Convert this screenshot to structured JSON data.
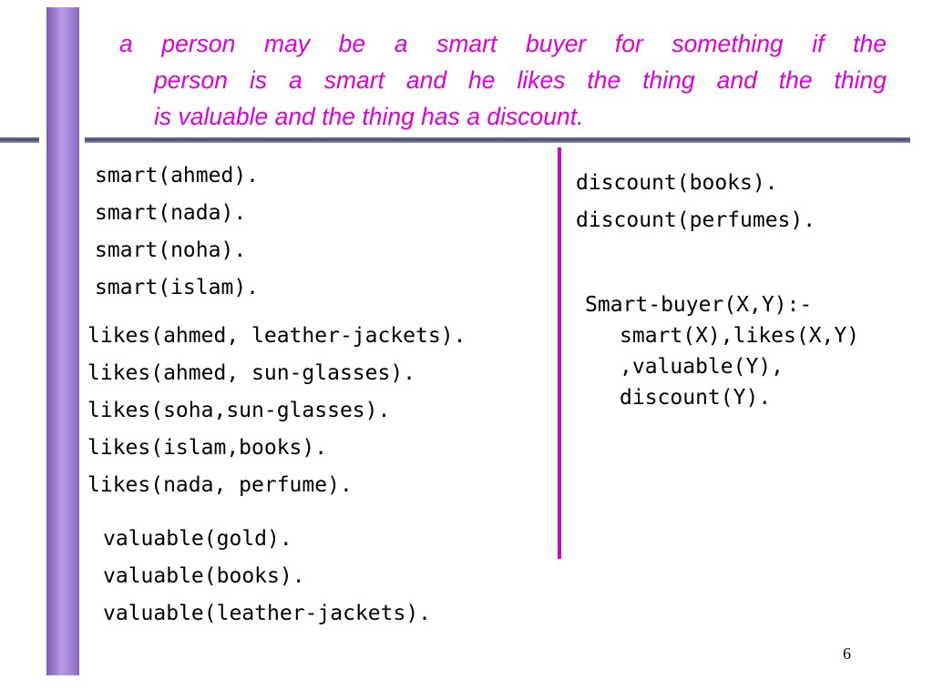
{
  "title": {
    "lines": [
      "a person may be a smart buyer for  something if the",
      "person is a smart and he likes the thing and the thing",
      "is valuable and the thing has a discount."
    ]
  },
  "facts": {
    "smart": [
      "smart(ahmed).",
      "smart(nada).",
      "smart(noha).",
      "smart(islam)."
    ],
    "likes": [
      "likes(ahmed, leather-jackets).",
      "likes(ahmed, sun-glasses).",
      "likes(soha,sun-glasses).",
      "likes(islam,books).",
      "likes(nada, perfume)."
    ],
    "valuable": [
      "valuable(gold).",
      "valuable(books).",
      "valuable(leather-jackets)."
    ],
    "discount": [
      "discount(books).",
      "discount(perfumes)."
    ]
  },
  "rule": {
    "lines": [
      "Smart-buyer(X,Y):-",
      "smart(X),likes(X,Y)",
      ",valuable(Y),",
      "discount(Y)."
    ]
  },
  "page_number": "6",
  "colors": {
    "title": "#dd00dd",
    "divider": "#cc00cc",
    "sidebar": "#9f7fd9",
    "rule": "#4a4a78"
  }
}
